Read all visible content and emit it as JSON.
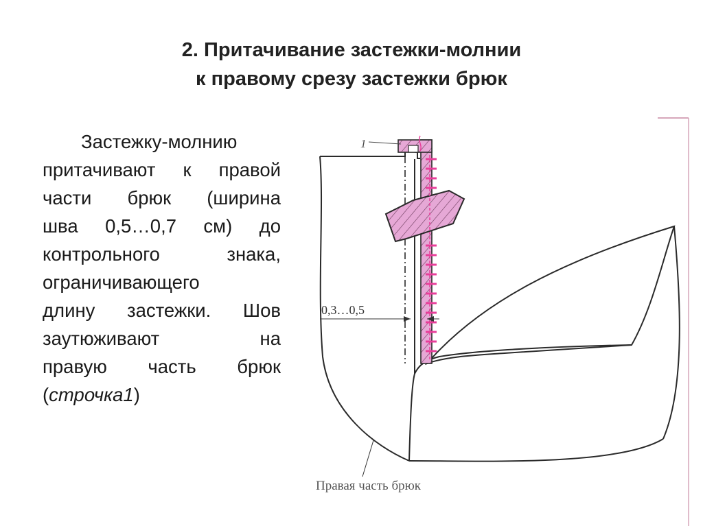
{
  "title": {
    "line1": "2. Притачивание застежки-молнии",
    "line2": "к правому срезу застежки брюк"
  },
  "body": {
    "lines": [
      "Застежку-молнию",
      "притачивают к правой",
      "части брюк (ширина",
      "шва 0,5…0,7 см) до",
      "контрольного знака,",
      "ограничивающего",
      "длину застежки. Шов",
      "заутюживают на",
      "правую часть брюк"
    ],
    "last_open": "(",
    "last_italic": "строчка1",
    "last_close": ")"
  },
  "diagram": {
    "callout_number": "1",
    "dimension_label": "0,3…0,5",
    "caption": "Правая часть брюк",
    "colors": {
      "zipper_fill": "#e6a8d6",
      "stitch": "#e83e9a",
      "outline": "#2a2a2a",
      "slide_border": "#d6a6ba"
    }
  }
}
